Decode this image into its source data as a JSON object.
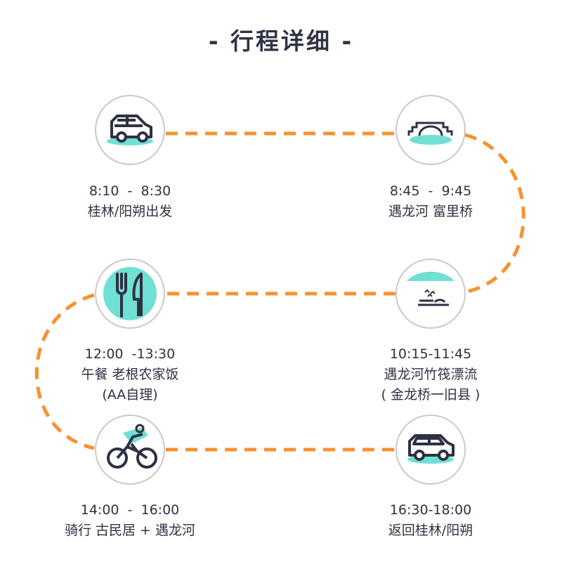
{
  "title": "- 行程详细 -",
  "colors": {
    "route": "#f7922f",
    "accent": "#6fe0d3",
    "circle": "#c9c9c9",
    "text": "#2e3142"
  },
  "stops": [
    {
      "icon": "car-icon",
      "time": "8:10  -  8:30",
      "lines": [
        "桂林/阳朔出发"
      ]
    },
    {
      "icon": "bridge-icon",
      "time": "8:45  -  9:45",
      "lines": [
        "遇龙河 富里桥"
      ]
    },
    {
      "icon": "river-icon",
      "time": "10:15-11:45",
      "lines": [
        "遇龙河竹筏漂流",
        "( 金龙桥一旧县 )"
      ]
    },
    {
      "icon": "fork-knife-icon",
      "time": "12:00  -13:30",
      "lines": [
        "午餐 老根农家饭",
        "(AA自理)"
      ]
    },
    {
      "icon": "bicycle-icon",
      "time": "14:00  -  16:00",
      "lines": [
        "骑行 古民居 + 遇龙河"
      ]
    },
    {
      "icon": "car-icon",
      "time": "16:30-18:00",
      "lines": [
        "返回桂林/阳朔"
      ]
    }
  ]
}
